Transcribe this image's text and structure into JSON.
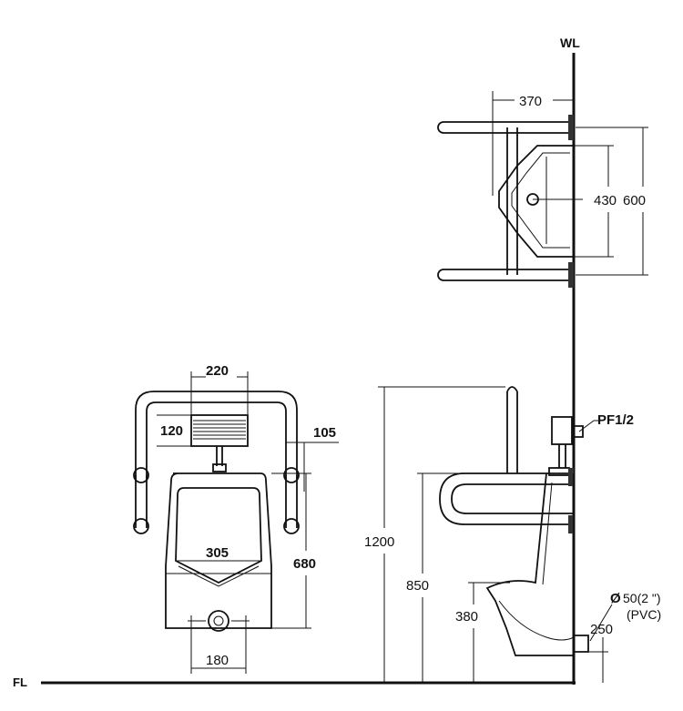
{
  "labels": {
    "wall": "WL",
    "floor": "FL",
    "top_depth": "370",
    "top_inner_width": "430",
    "top_outer_width": "600",
    "front_rail_width": "220",
    "front_flush_height": "120",
    "front_offset": "105",
    "front_bowl_width": "305",
    "front_height": "680",
    "front_base_width": "180",
    "side_total_height": "1200",
    "side_rail_height": "850",
    "side_rim_height": "380",
    "side_outlet_height": "250",
    "valve_size": "PF1/2",
    "pipe_size_symbol": "Ø",
    "pipe_size": "50(2 \")",
    "pipe_material": "(PVC)"
  }
}
